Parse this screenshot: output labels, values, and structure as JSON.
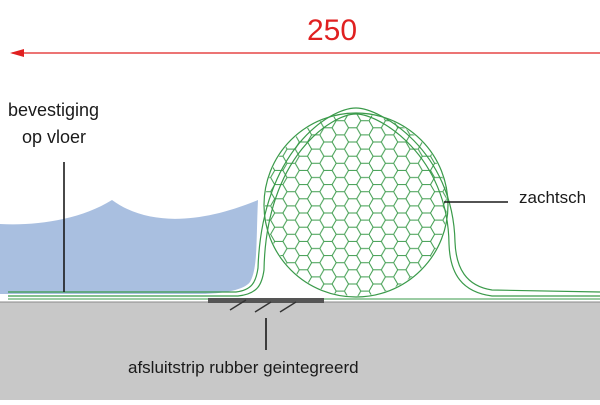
{
  "dimension": {
    "value": "250",
    "color": "#e02020"
  },
  "labels": {
    "floor_fixing_line1": "bevestiging",
    "floor_fixing_line2": "op vloer",
    "soft_part": "zachtsch",
    "rubber_strip": "afsluitstrip rubber geintegreerd"
  },
  "colors": {
    "water": "#a9bfe0",
    "floor": "#c8c8c8",
    "seal": "#3a9a4a",
    "leader": "#1a1a1a"
  }
}
